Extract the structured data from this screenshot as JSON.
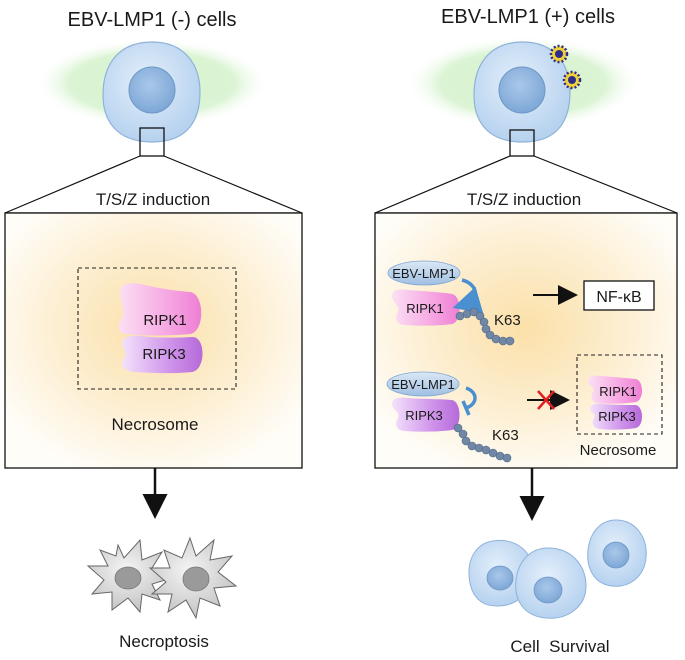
{
  "left_panel": {
    "title": "EBV-LMP1 (-) cells",
    "induction_label": "T/S/Z induction",
    "ripk1_label": "RIPK1",
    "ripk3_label": "RIPK3",
    "complex_label": "Necrosome",
    "outcome_label": "Necroptosis"
  },
  "right_panel": {
    "title": "EBV-LMP1 (+) cells",
    "induction_label": "T/S/Z induction",
    "lmp1_top_label": "EBV-LMP1",
    "ripk1_label": "RIPK1",
    "k63_top_label": "K63",
    "nfkb_label": "NF-κB",
    "lmp1_bottom_label": "EBV-LMP1",
    "ripk3_label": "RIPK3",
    "k63_bottom_label": "K63",
    "necrosome_ripk1_label": "RIPK1",
    "necrosome_ripk3_label": "RIPK3",
    "complex_label": "Necrosome",
    "outcome_label": "Cell  Survival"
  },
  "colors": {
    "cell_fill": "#c9def4",
    "nucleus_fill": "#8fb6e0",
    "halo": "#c8ecc0",
    "panel_glow": "#fbe2b0",
    "ripk1": "#f5a3df",
    "ripk3": "#c27ee0",
    "lmp1": "#a9c6e6",
    "ubiquitin": "#6f8aa8",
    "curved_arrow": "#4a8fd0",
    "inhibit_x": "#e02020",
    "virus": "#2c2c8a"
  }
}
